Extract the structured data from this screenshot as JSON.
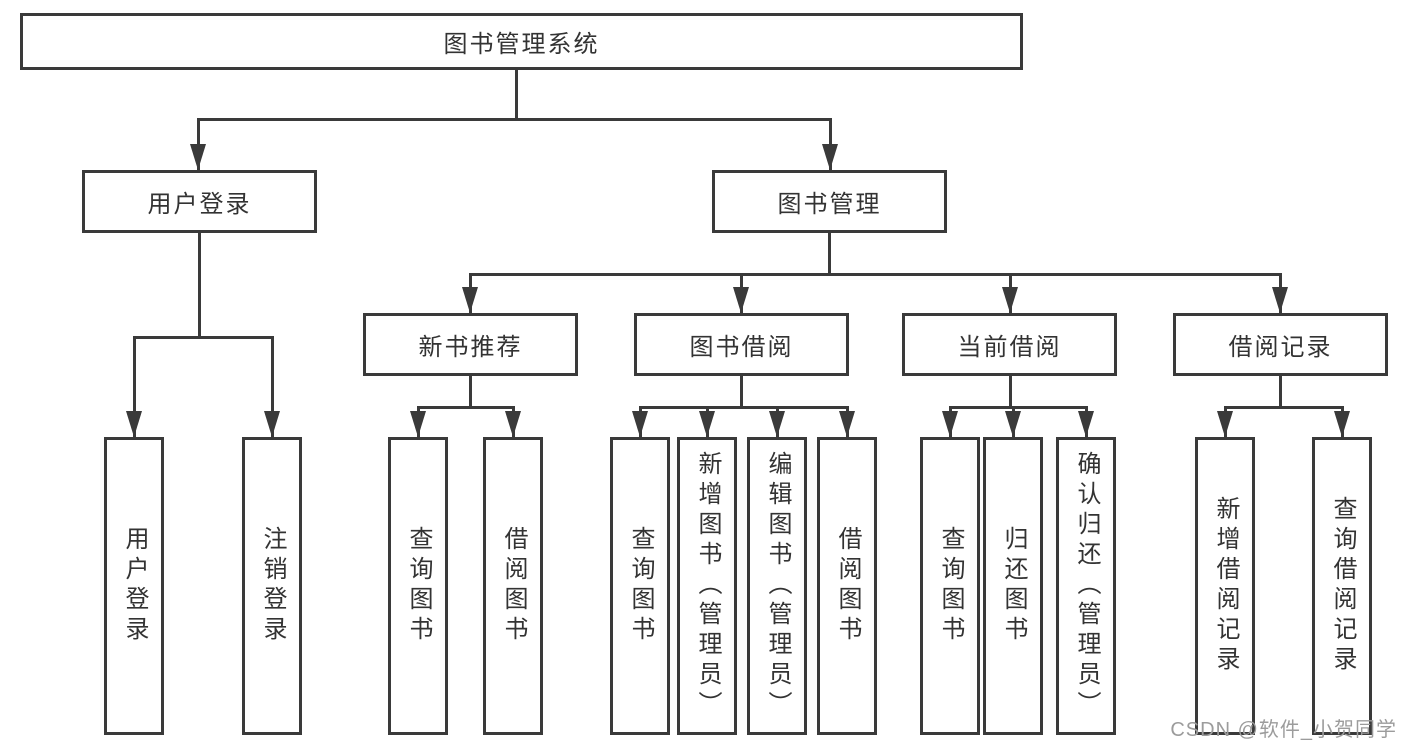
{
  "diagram": {
    "title": "图书管理系统",
    "branches": [
      {
        "label": "用户登录",
        "children": [
          {
            "label": "用户登录"
          },
          {
            "label": "注销登录"
          }
        ]
      },
      {
        "label": "图书管理",
        "children": [
          {
            "label": "新书推荐",
            "children": [
              {
                "label": "查询图书"
              },
              {
                "label": "借阅图书"
              }
            ]
          },
          {
            "label": "图书借阅",
            "children": [
              {
                "label": "查询图书"
              },
              {
                "label": "新增图书（管理员）"
              },
              {
                "label": "编辑图书（管理员）"
              },
              {
                "label": "借阅图书"
              }
            ]
          },
          {
            "label": "当前借阅",
            "children": [
              {
                "label": "查询图书"
              },
              {
                "label": "归还图书"
              },
              {
                "label": "确认归还（管理员）"
              }
            ]
          },
          {
            "label": "借阅记录",
            "children": [
              {
                "label": "新增借阅记录"
              },
              {
                "label": "查询借阅记录"
              }
            ]
          }
        ]
      }
    ]
  },
  "watermark": {
    "text": "CSDN @软件_小贺同学"
  },
  "colors": {
    "line": "#3a3a3a",
    "text": "#333333",
    "watermark_text": "#9c9c9c",
    "background": "#ffffff"
  }
}
